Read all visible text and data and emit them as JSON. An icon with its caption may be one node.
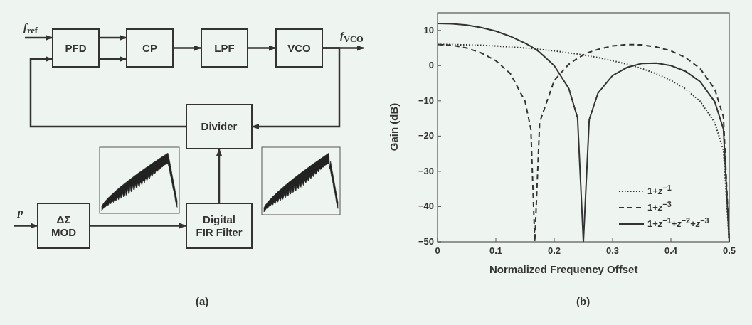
{
  "diagram": {
    "nodes": [
      {
        "text": [
          "PFD"
        ]
      },
      {
        "text": [
          "CP"
        ]
      },
      {
        "text": [
          "LPF"
        ]
      },
      {
        "text": [
          "VCO"
        ]
      },
      {
        "text": [
          "Divider"
        ]
      },
      {
        "text": [
          "ΔΣ MOD"
        ]
      },
      {
        "text": [
          "Digital FIR Filter"
        ]
      },
      {
        "text": [
          "*f*$_{ref}$"
        ]
      },
      {
        "text": [
          "*f*$_{VCO}$"
        ]
      },
      {
        "text": [
          "*p*"
        ]
      }
    ],
    "edges": [
      {
        "from": 7,
        "to": 0,
        "arrow": "to"
      },
      {
        "from": 0,
        "to": 1,
        "arrow": "to"
      },
      {
        "from": 0,
        "to": 1,
        "arrow": "to"
      },
      {
        "from": 1,
        "to": 2,
        "arrow": "to"
      },
      {
        "from": 2,
        "to": 3,
        "arrow": "to"
      },
      {
        "from": 3,
        "to": 8,
        "arrow": "to"
      },
      {
        "from": 3,
        "to": 4,
        "arrow": "to"
      },
      {
        "from": 4,
        "to": 0,
        "arrow": "to"
      },
      {
        "from": 9,
        "to": 5,
        "arrow": "to"
      },
      {
        "from": 5,
        "to": 6,
        "arrow": "to"
      },
      {
        "from": 6,
        "to": 4,
        "arrow": "to"
      }
    ],
    "labels": [
      "(a)",
      "(b)"
    ],
    "chart_data": {
      "type": "line",
      "xlabel": "Normalized Frequency Offset",
      "ylabel": "Gain (dB)",
      "x": [
        0,
        0.025,
        0.05,
        0.075,
        0.1,
        0.125,
        0.15,
        0.16,
        0.1667,
        0.175,
        0.2,
        0.225,
        0.24,
        0.25,
        0.26,
        0.275,
        0.3,
        0.325,
        0.35,
        0.375,
        0.4,
        0.425,
        0.45,
        0.475,
        0.49,
        0.5
      ],
      "series": [
        {
          "name": "1+*z*$^{−1}$",
          "color": "#333333",
          "line_style": "dotted",
          "values": [
            6,
            6,
            5.9,
            5.8,
            5.6,
            5.3,
            5,
            4.9,
            4.8,
            4.6,
            4.2,
            3.6,
            3.3,
            3,
            2.7,
            2.3,
            1.4,
            0.4,
            -0.8,
            -2.3,
            -4.2,
            -6.6,
            -10.1,
            -16.1,
            -24,
            -50
          ]
        },
        {
          "name": "1+*z*$^{−3}$",
          "color": "#333333",
          "line_style": "dashed",
          "values": [
            6,
            5.8,
            5,
            3.6,
            1.4,
            -2.3,
            -10.1,
            -18,
            -50,
            -16.1,
            -4.2,
            0.4,
            2.1,
            3,
            3.8,
            4.6,
            5.6,
            6,
            5.9,
            5.3,
            4.2,
            2.3,
            -0.8,
            -6.6,
            -14.5,
            -50
          ]
        },
        {
          "name": "1+*z*$^{−1}$+*z*$^{−2}$+*z*$^{−3}$",
          "color": "#333333",
          "line_style": "solid",
          "values": [
            12,
            11.9,
            11.5,
            10.8,
            9.8,
            8.3,
            6.4,
            5.5,
            4.8,
            3.8,
            0,
            -6.5,
            -14.8,
            -50,
            -15.3,
            -7.8,
            -2.8,
            -0.5,
            0.6,
            0.7,
            0,
            -1.6,
            -4.5,
            -10.2,
            -18,
            -50
          ]
        }
      ],
      "legend": "lower right",
      "xlim": [
        0,
        0.5
      ],
      "ylim": [
        -50,
        15
      ],
      "xticks": [
        0,
        0.1,
        0.2,
        0.3,
        0.4,
        0.5
      ],
      "yticks": [
        -50,
        -40,
        -30,
        -20,
        -10,
        0,
        10
      ]
    }
  }
}
